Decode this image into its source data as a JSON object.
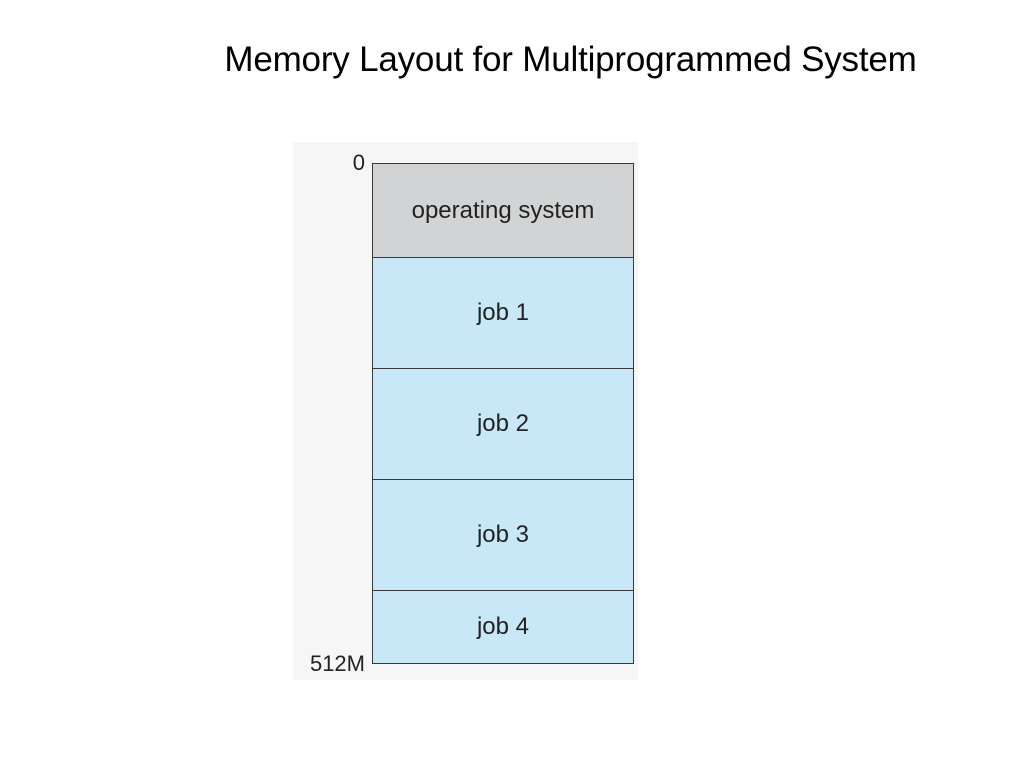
{
  "title": "Memory Layout for Multiprogrammed System",
  "diagram": {
    "address_start": "0",
    "address_end": "512M",
    "segments": [
      {
        "label": "operating system",
        "color": "#d2d3d4"
      },
      {
        "label": "job 1",
        "color": "#c8e8f8"
      },
      {
        "label": "job 2",
        "color": "#c8e8f8"
      },
      {
        "label": "job 3",
        "color": "#c8e8f8"
      },
      {
        "label": "job 4",
        "color": "#c8e8f8"
      }
    ]
  }
}
